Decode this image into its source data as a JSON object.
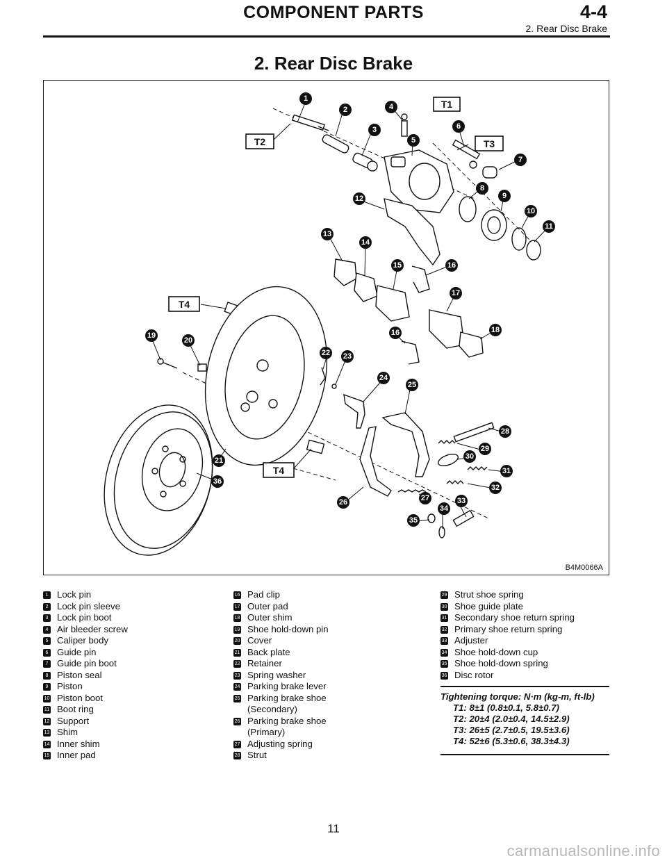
{
  "header": {
    "title": "COMPONENT PARTS",
    "code": "4-4",
    "subtitle": "2. Rear Disc Brake"
  },
  "page_title": "2. Rear Disc Brake",
  "figure": {
    "code": "B4M0066A",
    "torque_labels": [
      "T1",
      "T2",
      "T3",
      "T4"
    ]
  },
  "legend": {
    "col1": [
      {
        "num": "1",
        "label": "Lock pin"
      },
      {
        "num": "2",
        "label": "Lock pin sleeve"
      },
      {
        "num": "3",
        "label": "Lock pin boot"
      },
      {
        "num": "4",
        "label": "Air bleeder screw"
      },
      {
        "num": "5",
        "label": "Caliper body"
      },
      {
        "num": "6",
        "label": "Guide pin"
      },
      {
        "num": "7",
        "label": "Guide pin boot"
      },
      {
        "num": "8",
        "label": "Piston seal"
      },
      {
        "num": "9",
        "label": "Piston"
      },
      {
        "num": "10",
        "label": "Piston boot"
      },
      {
        "num": "11",
        "label": "Boot ring"
      },
      {
        "num": "12",
        "label": "Support"
      },
      {
        "num": "13",
        "label": "Shim"
      },
      {
        "num": "14",
        "label": "Inner shim"
      },
      {
        "num": "15",
        "label": "Inner pad"
      }
    ],
    "col2": [
      {
        "num": "16",
        "label": "Pad clip"
      },
      {
        "num": "17",
        "label": "Outer pad"
      },
      {
        "num": "18",
        "label": "Outer shim"
      },
      {
        "num": "19",
        "label": "Shoe hold-down pin"
      },
      {
        "num": "20",
        "label": "Cover"
      },
      {
        "num": "21",
        "label": "Back plate"
      },
      {
        "num": "22",
        "label": "Retainer"
      },
      {
        "num": "23",
        "label": "Spring washer"
      },
      {
        "num": "24",
        "label": "Parking brake lever"
      },
      {
        "num": "25",
        "label": "Parking brake shoe",
        "label2": "(Secondary)"
      },
      {
        "num": "26",
        "label": "Parking brake shoe",
        "label2": "(Primary)"
      },
      {
        "num": "27",
        "label": "Adjusting spring"
      },
      {
        "num": "28",
        "label": "Strut"
      }
    ],
    "col3": [
      {
        "num": "29",
        "label": "Strut shoe spring"
      },
      {
        "num": "30",
        "label": "Shoe guide plate"
      },
      {
        "num": "31",
        "label": "Secondary shoe return spring"
      },
      {
        "num": "32",
        "label": "Primary shoe return spring"
      },
      {
        "num": "33",
        "label": "Adjuster"
      },
      {
        "num": "34",
        "label": "Shoe hold-down cup"
      },
      {
        "num": "35",
        "label": "Shoe hold-down spring"
      },
      {
        "num": "36",
        "label": "Disc rotor"
      }
    ]
  },
  "torque": {
    "heading": "Tightening torque: N·m (kg-m, ft-lb)",
    "lines": [
      "T1: 8±1 (0.8±0.1, 5.8±0.7)",
      "T2: 20±4 (2.0±0.4, 14.5±2.9)",
      "T3: 26±5 (2.7±0.5, 19.5±3.6)",
      "T4: 52±6 (5.3±0.6, 38.3±4.3)"
    ]
  },
  "page_number": "11",
  "watermark": "carmanualsonline.info"
}
